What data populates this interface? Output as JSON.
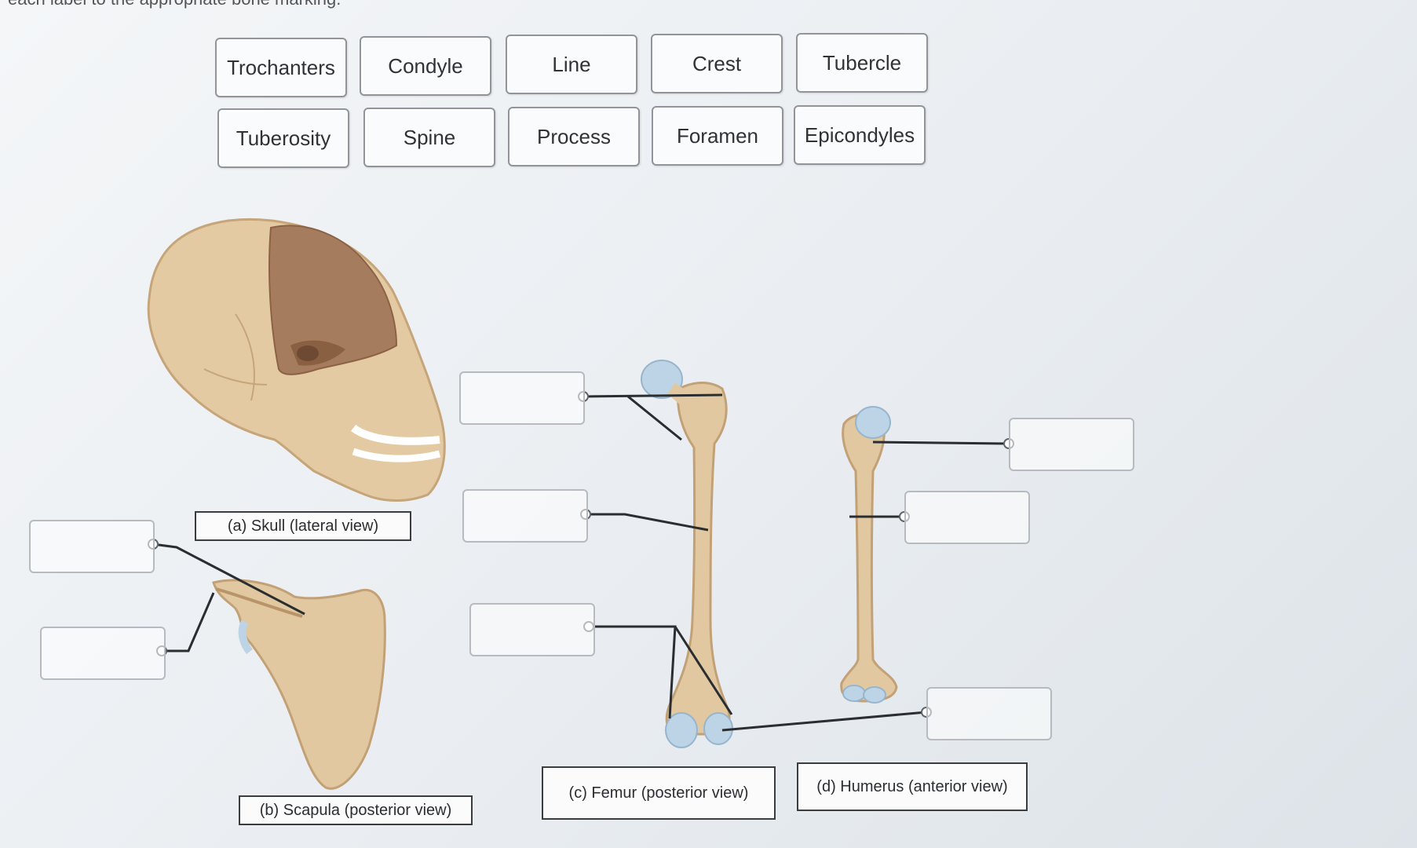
{
  "instruction": "each label to the appropriate bone marking.",
  "word_bank": [
    "Trochanters",
    "Condyle",
    "Line",
    "Crest",
    "Tubercle",
    "Tuberosity",
    "Spine",
    "Process",
    "Foramen",
    "Epicondyles"
  ],
  "captions": {
    "skull": "(a) Skull (lateral view)",
    "scapula": "(b) Scapula (posterior view)",
    "femur": "(c) Femur (posterior view)",
    "humerus": "(d) Humerus (anterior view)"
  },
  "colors": {
    "bone": "#e2c9a2",
    "bone_dark": "#c9a77a",
    "cartilage": "#bcd4e6",
    "leader_line": "#2b2e31"
  }
}
